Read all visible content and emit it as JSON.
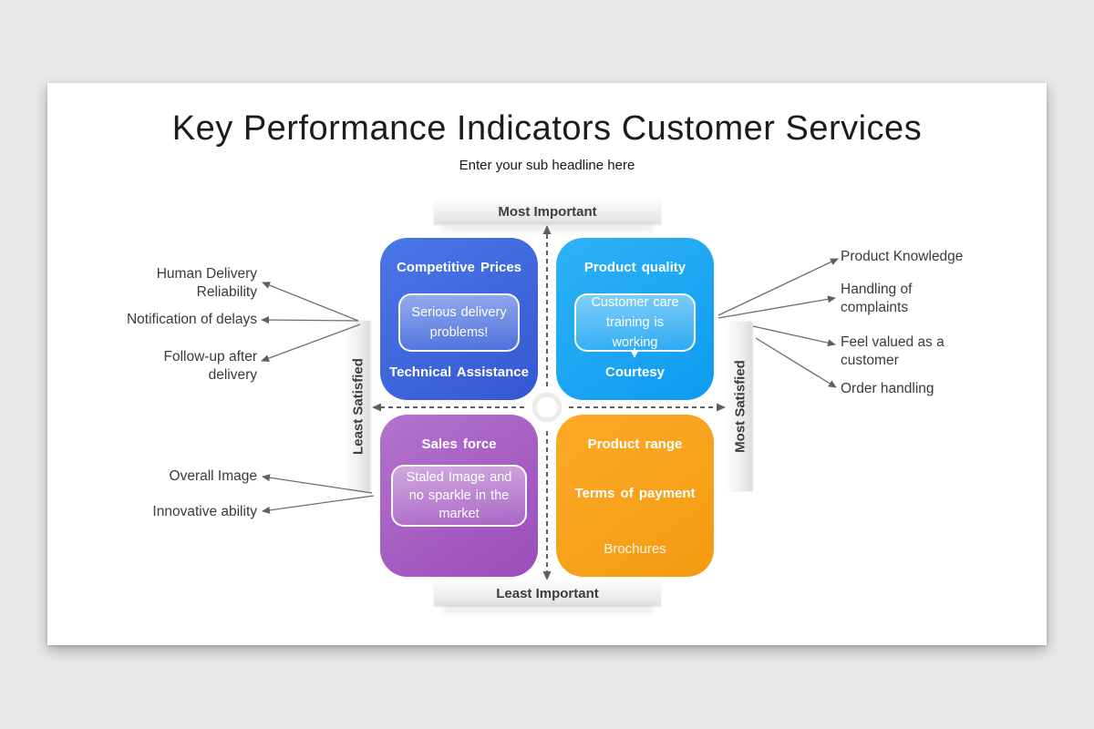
{
  "slide": {
    "title": "Key Performance Indicators Customer Services",
    "subtitle": "Enter your sub headline here"
  },
  "axes": {
    "top_label": "Most Important",
    "bottom_label": "Least Important",
    "left_label": "Least Satisfied",
    "right_label": "Most Satisfied"
  },
  "quadrants": {
    "top_left": {
      "title": "Competitive Prices",
      "note": "Serious delivery problems!",
      "footer": "Technical Assistance"
    },
    "top_right": {
      "title": "Product quality",
      "note": "Customer care training is working",
      "footer": "Courtesy"
    },
    "bottom_left": {
      "title": "Sales force",
      "note": "Staled Image and no sparkle in the market"
    },
    "bottom_right": {
      "title": "Product range",
      "middle": "Terms of payment",
      "footer": "Brochures"
    }
  },
  "annotations": {
    "left": [
      "Human Delivery\nReliability",
      "Notification of delays",
      "Follow-up after\ndelivery",
      "Overall Image",
      "Innovative ability"
    ],
    "right": [
      "Product Knowledge",
      "Handling of\ncomplaints",
      "Feel valued as a\ncustomer",
      "Order handling"
    ]
  },
  "colors": {
    "quadrant_top_left": "#3b64da",
    "quadrant_top_right": "#1ba4f2",
    "quadrant_bottom_left": "#a75fc4",
    "quadrant_bottom_right": "#f8a11d",
    "axis_bar": "#ececec",
    "annotation_text": "#3a3a3a",
    "background": "#e8e8e8"
  }
}
